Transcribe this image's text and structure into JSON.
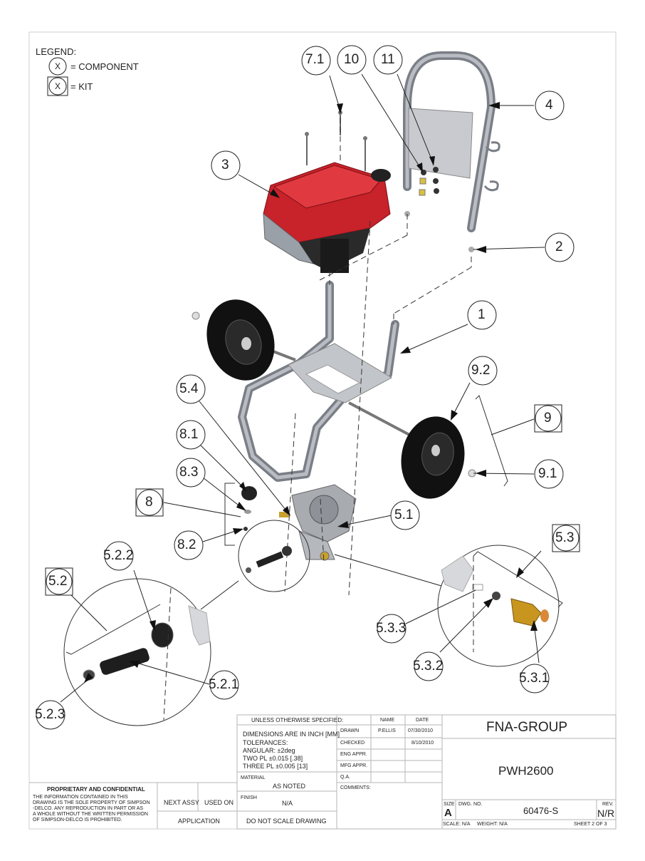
{
  "legend": {
    "title": "LEGEND:",
    "component_symbol": "X",
    "component_text": "= COMPONENT",
    "kit_symbol": "X",
    "kit_text": "= KIT"
  },
  "callouts": {
    "c1": "1",
    "c2": "2",
    "c3": "3",
    "c4": "4",
    "c5_1": "5.1",
    "c5_2": "5.2",
    "c5_2_1": "5.2.1",
    "c5_2_2": "5.2.2",
    "c5_2_3": "5.2.3",
    "c5_3": "5.3",
    "c5_3_1": "5.3.1",
    "c5_3_2": "5.3.2",
    "c5_3_3": "5.3.3",
    "c5_4": "5.4",
    "c7_1": "7.1",
    "c8": "8",
    "c8_1": "8.1",
    "c8_2": "8.2",
    "c8_3": "8.3",
    "c9": "9",
    "c9_1": "9.1",
    "c9_2": "9.2",
    "c10": "10",
    "c11": "11"
  },
  "title_block": {
    "unless_specified": "UNLESS OTHERWISE SPECIFIED:",
    "dimensions": "DIMENSIONS ARE IN INCH [MM]",
    "tolerances": "TOLERANCES:",
    "angular": "ANGULAR:  ±2deg",
    "two_pl": "TWO PL  ±0.015 [.38]",
    "three_pl": "THREE PL  ±0.005 [13]",
    "material_label": "MATERIAL",
    "material_value": "AS NOTED",
    "finish_label": "FINISH",
    "finish_value": "N/A",
    "do_not_scale": "DO NOT SCALE DRAWING",
    "name_header": "NAME",
    "date_header": "DATE",
    "drawn_label": "DRAWN",
    "drawn_name": "P.ELLIS",
    "drawn_date": "07/30/2010",
    "checked_label": "CHECKED",
    "checked_date": "8/10/2010",
    "eng_appr": "ENG APPR.",
    "mfg_appr": "MFG APPR.",
    "qa": "Q.A.",
    "comments": "COMMENTS:",
    "company": "FNA-GROUP",
    "model": "PWH2600",
    "size_label": "SIZE",
    "size_value": "A",
    "dwg_no_label": "DWG.  NO.",
    "dwg_no_value": "60476-S",
    "rev_label": "REV.",
    "rev_value": "N/R",
    "scale": "SCALE: N/A",
    "weight": "WEIGHT: N/A",
    "sheet": "SHEET 2 OF 3",
    "next_assy": "NEXT ASSY",
    "used_on": "USED ON",
    "application": "APPLICATION",
    "proprietary_title": "PROPRIETARY AND CONFIDENTIAL",
    "proprietary_l1": "THE INFORMATION CONTAINED IN THIS",
    "proprietary_l2": "DRAWING IS THE SOLE PROPERTY OF SIMPSON",
    "proprietary_l3": "-DELCO.  ANY REPRODUCTION IN PART OR AS",
    "proprietary_l4": "A WHOLE WITHOUT THE WRITTEN PERMISSION",
    "proprietary_l5": "OF SIMPSON-DELCO IS PROHIBITED."
  }
}
